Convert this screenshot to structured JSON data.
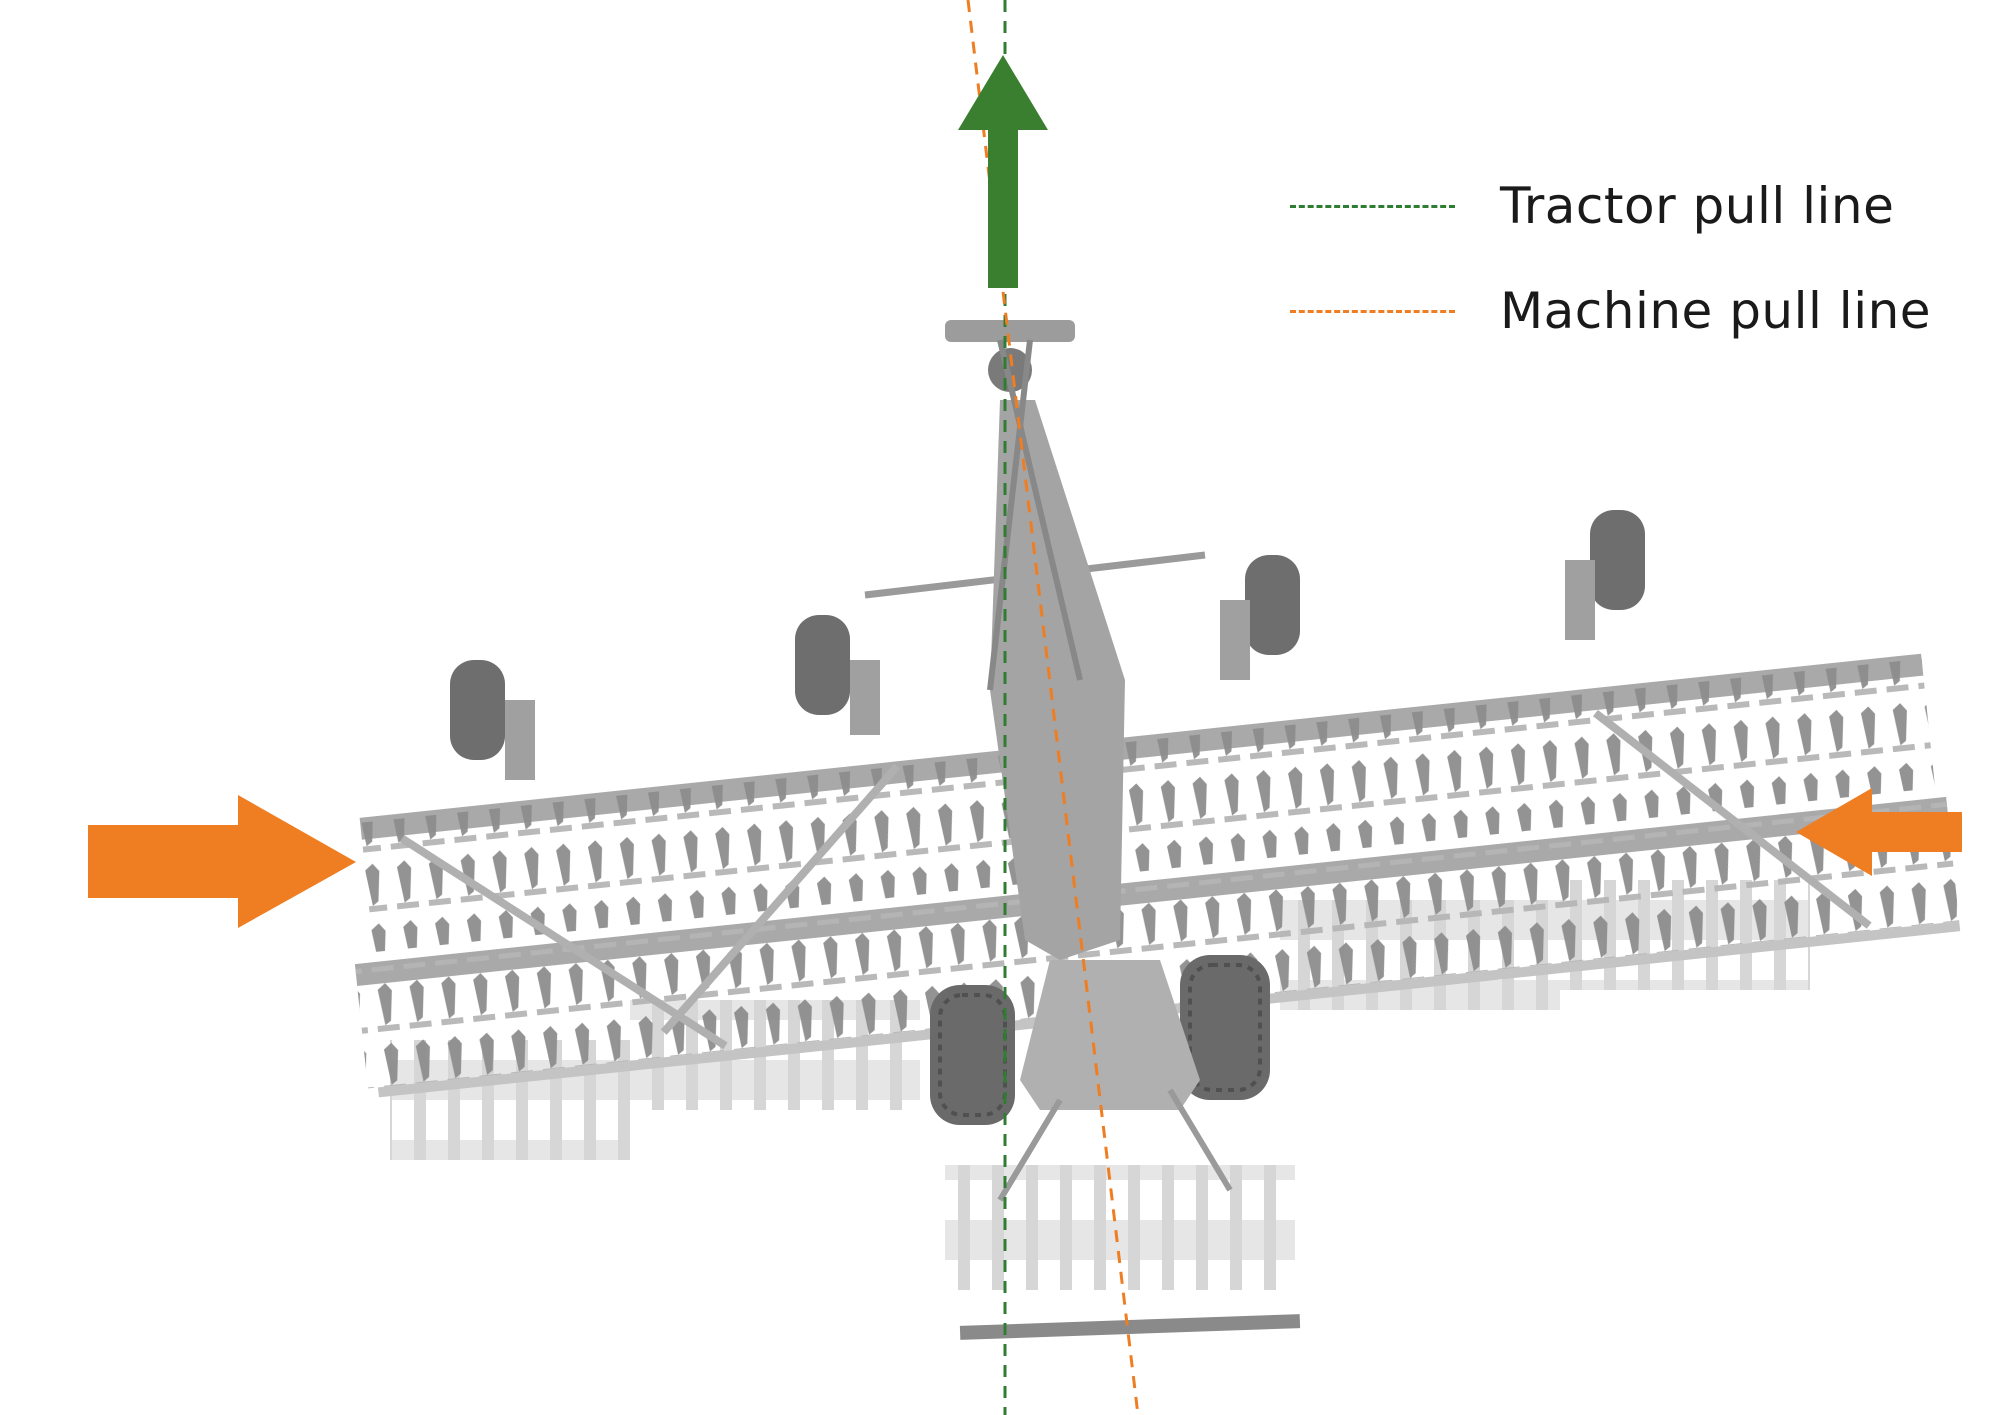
{
  "legend": {
    "tractor_pull_line": {
      "label": "Tractor pull line",
      "color": "#2e7d32"
    },
    "machine_pull_line": {
      "label": "Machine pull line",
      "color": "#ef7d22"
    }
  },
  "colors": {
    "machine_gray": "#9a9a9a",
    "machine_light": "#d6d6d6",
    "force_arrow": "#ef7d22",
    "direction_arrow": "#3a7f2f"
  },
  "arrows": [
    {
      "name": "travel-direction-arrow",
      "icon": "arrow-up-icon",
      "color": "#3a7f2f"
    },
    {
      "name": "left-side-force-arrow",
      "icon": "arrow-right-icon",
      "color": "#ef7d22"
    },
    {
      "name": "right-side-force-arrow",
      "icon": "arrow-left-icon",
      "color": "#ef7d22"
    }
  ]
}
